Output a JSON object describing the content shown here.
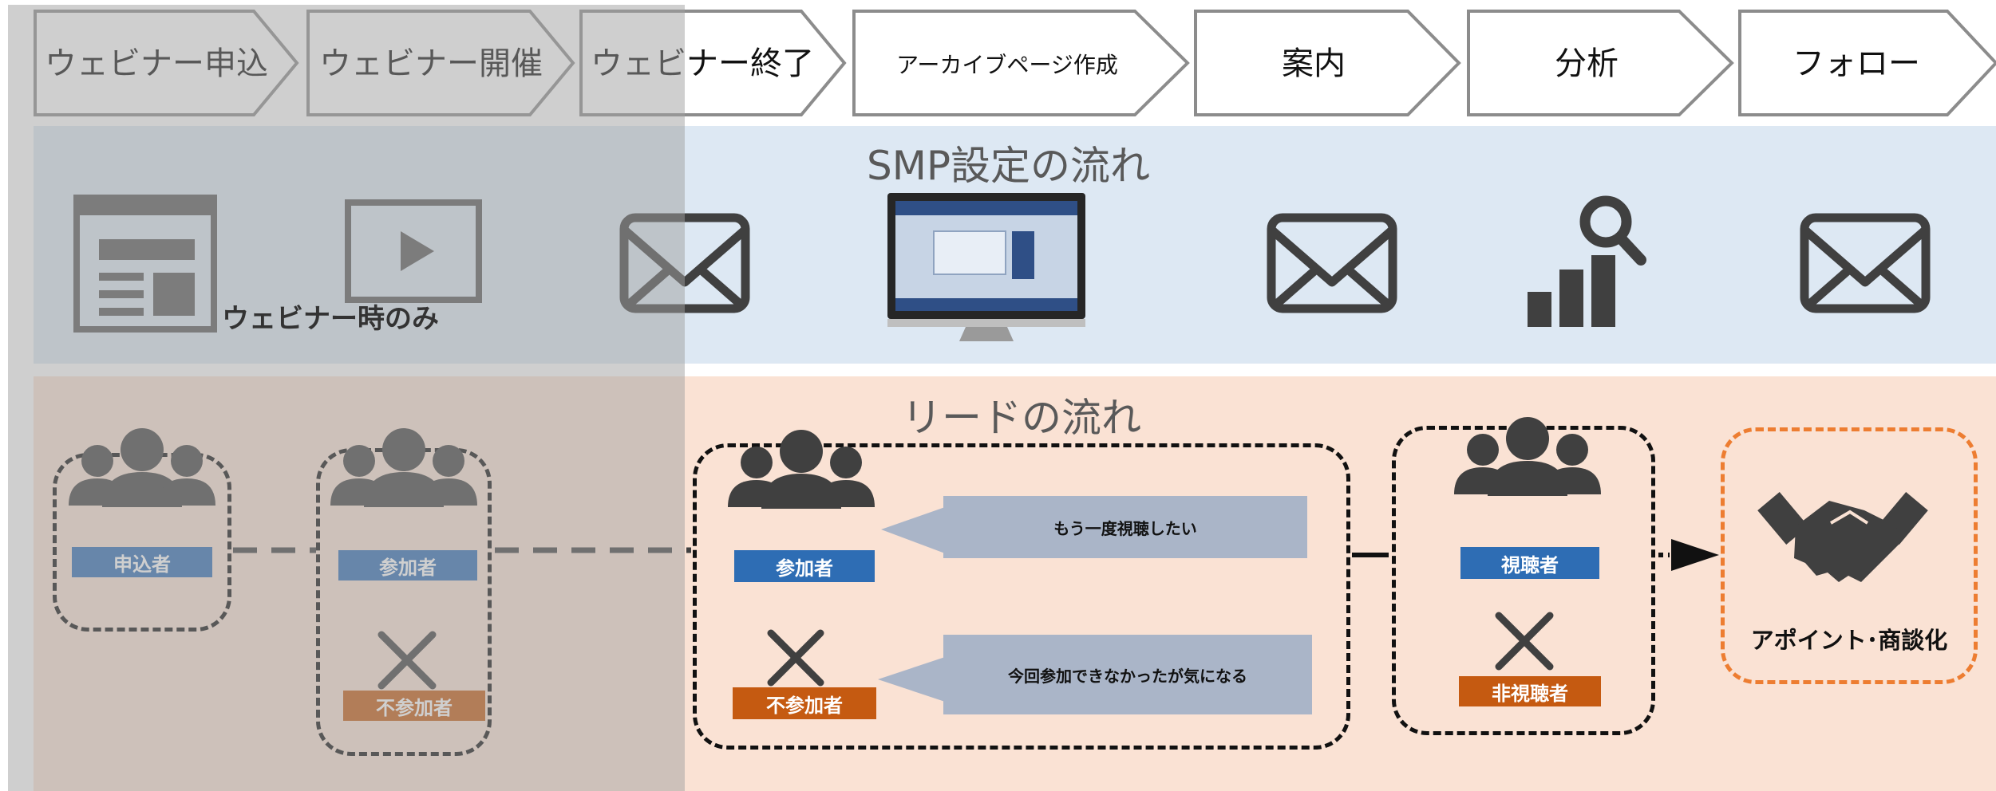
{
  "steps": [
    {
      "label": "ウェビナー申込"
    },
    {
      "label": "ウェビナー開催"
    },
    {
      "label": "ウェビナー終了"
    },
    {
      "label": "アーカイブページ作成"
    },
    {
      "label": "案内"
    },
    {
      "label": "分析"
    },
    {
      "label": "フォロー"
    }
  ],
  "smp": {
    "title": "SMP設定の流れ",
    "webinar_only": "ウェビナー時のみ",
    "icons": [
      "webpage-icon",
      "video-player-icon",
      "mail-icon",
      "monitor-icon",
      "mail-icon",
      "analytics-icon",
      "mail-icon"
    ]
  },
  "lead": {
    "title": "リードの流れ",
    "applicant": "申込者",
    "participant": "参加者",
    "non_participant": "不参加者",
    "main_participant": "参加者",
    "main_non_participant": "不参加者",
    "bubble_participant": "もう一度視聴したい",
    "bubble_non_participant": "今回参加できなかったが気になる",
    "viewer": "視聴者",
    "non_viewer": "非視聴者",
    "result": "アポイント･商談化"
  },
  "colors": {
    "blue_band": "#dde8f3",
    "peach_band": "#fae2d4",
    "label_blue": "#2e6db4",
    "label_orange": "#c55a11",
    "bubble": "#aab5c8",
    "result_border": "#ed7d31",
    "icon_gray": "#404040"
  }
}
